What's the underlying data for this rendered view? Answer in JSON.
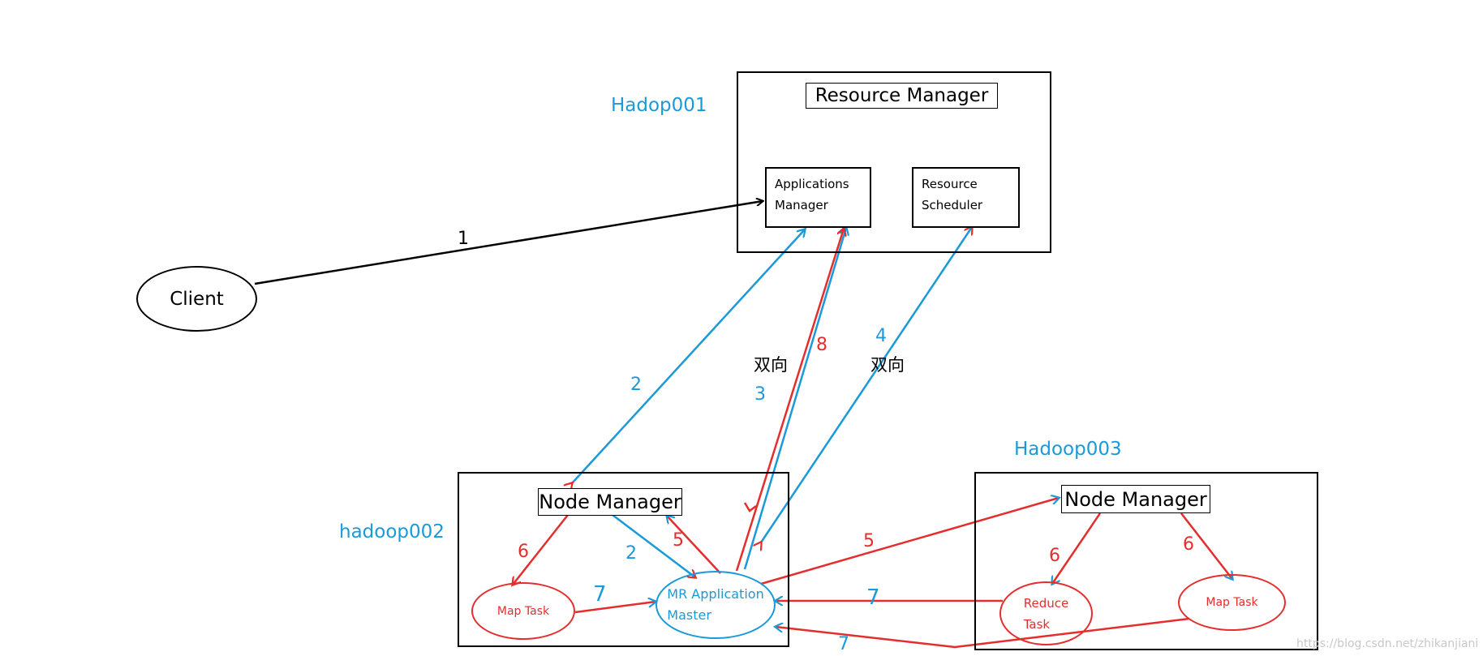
{
  "hosts": {
    "hadoop001": "Hadop001",
    "hadoop002": "hadoop002",
    "hadoop003": "Hadoop003"
  },
  "resource_manager": {
    "title": "Resource Manager",
    "applications_manager": [
      "Applications",
      "Manager"
    ],
    "resource_scheduler": [
      "Resource",
      "Scheduler"
    ]
  },
  "client": "Client",
  "node_manager_002": "Node Manager",
  "node_manager_003": "Node Manager",
  "mr_app_master": [
    "MR Application",
    "Master"
  ],
  "map_task_002": "Map Task",
  "reduce_task_003": [
    "Reduce",
    "Task"
  ],
  "map_task_003": "Map Task",
  "steps": {
    "s1": "1",
    "s2a": "2",
    "s2b": "2",
    "s3": "3",
    "s4": "4",
    "s5a": "5",
    "s5b": "5",
    "s6a": "6",
    "s6b": "6",
    "s6c": "6",
    "s7a": "7",
    "s7b": "7",
    "s7c": "7",
    "s8": "8"
  },
  "bidirectional_a": "双向",
  "bidirectional_b": "双向",
  "watermark": "https://blog.csdn.net/zhikanjiani",
  "colors": {
    "blue": "#1a9ad8",
    "red": "#e52d2d",
    "black": "#000000"
  }
}
